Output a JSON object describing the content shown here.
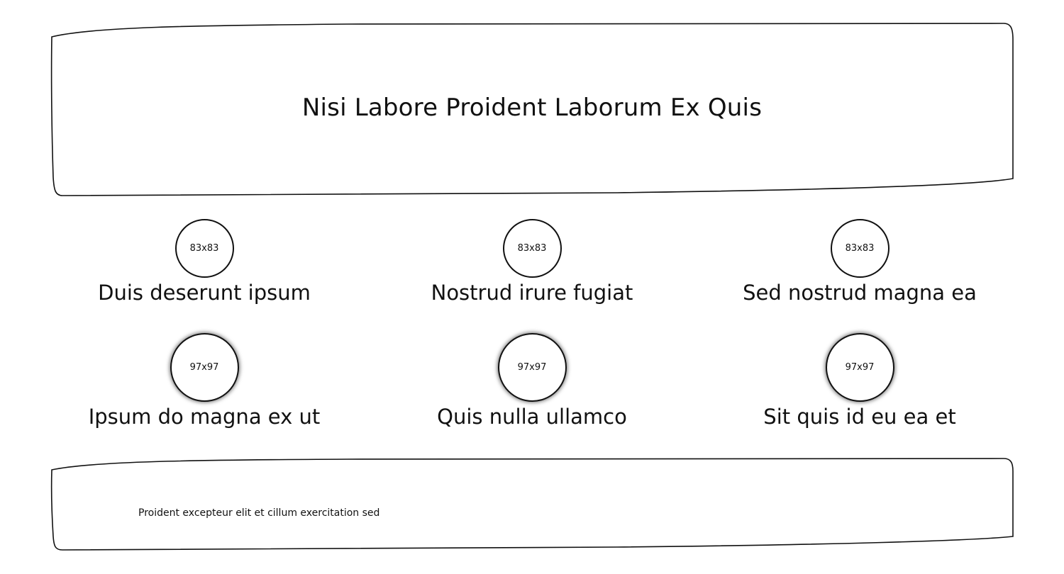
{
  "header": {
    "title": "Nisi Labore Proident Laborum Ex Quis"
  },
  "features": {
    "row1": [
      {
        "image_label": "83x83",
        "label": "Duis deserunt ipsum"
      },
      {
        "image_label": "83x83",
        "label": "Nostrud irure fugiat"
      },
      {
        "image_label": "83x83",
        "label": "Sed nostrud magna ea"
      }
    ],
    "row2": [
      {
        "image_label": "97x97",
        "label": "Ipsum do magna ex ut"
      },
      {
        "image_label": "97x97",
        "label": "Quis nulla ullamco"
      },
      {
        "image_label": "97x97",
        "label": "Sit quis id eu ea et"
      }
    ]
  },
  "footer": {
    "text": "Proident excepteur elit et cillum exercitation sed"
  }
}
